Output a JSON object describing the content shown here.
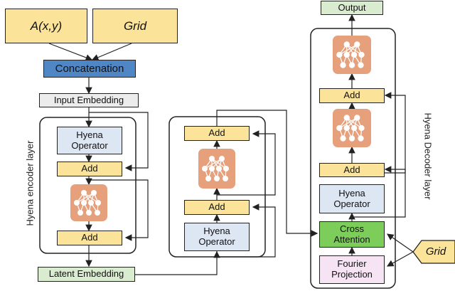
{
  "inputs": {
    "a": "A(x,y)",
    "grid": "Grid"
  },
  "concat": "Concatenation",
  "input_embedding": "Input Embedding",
  "encoder": {
    "label": "Hyena encoder layer",
    "hyena": "Hyena Operator",
    "add1": "Add",
    "add2": "Add"
  },
  "latent": "Latent Embedding",
  "middle": {
    "add_top": "Add",
    "add_mid": "Add",
    "hyena": "Hyena Operator"
  },
  "decoder": {
    "label": "Hyena Decoder layer",
    "output": "Output",
    "add_top": "Add",
    "add_mid": "Add",
    "hyena": "Hyena Operator",
    "cross": "Cross Attention",
    "fourier": "Fourier Projection"
  },
  "grid_right": "Grid"
}
